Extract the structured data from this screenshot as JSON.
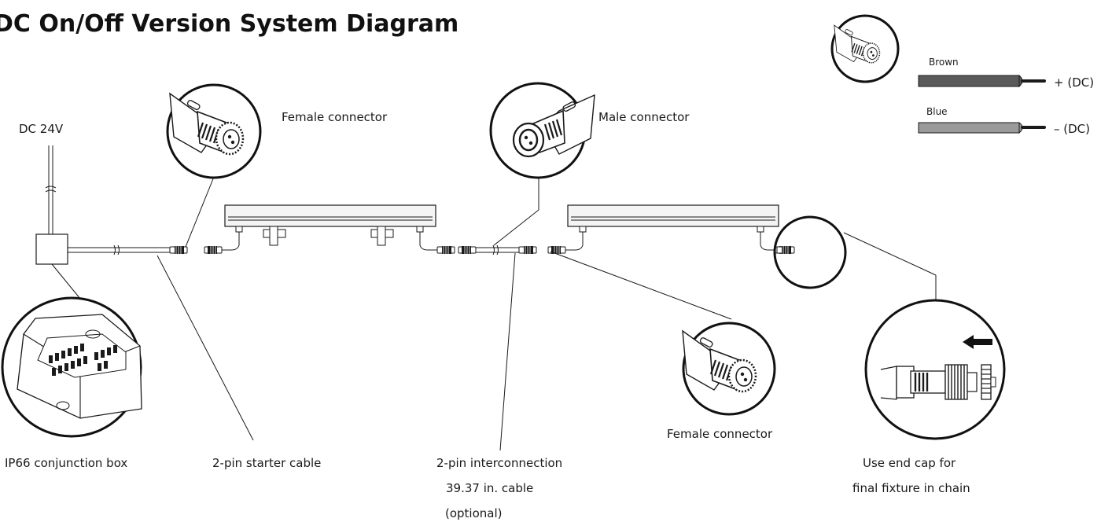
{
  "title": "DC On/Off Version System Diagram",
  "power": {
    "label": "DC 24V"
  },
  "legend": {
    "wires": [
      {
        "name": "Brown",
        "polarity": "+ (DC)",
        "color": "#5a5a5a"
      },
      {
        "name": "Blue",
        "polarity": "– (DC)",
        "color": "#9a9a9a"
      }
    ]
  },
  "callouts": {
    "female_top": "Female connector",
    "male_top": "Male connector",
    "female_bottom": "Female connector",
    "box": "IP66 conjunction box",
    "starter": "2-pin starter cable",
    "interconnect_line1": "2-pin interconnection",
    "interconnect_line2": "39.37 in. cable",
    "interconnect_line3": "(optional)",
    "endcap_line1": "Use end cap for",
    "endcap_line2": "final fixture in chain"
  },
  "colors": {
    "line": "#1a1a1a",
    "wire_brown": "#5a5a5a",
    "wire_blue": "#9a9a9a",
    "fixture": "#f2f2f2"
  },
  "icons": [
    "female-connector-icon",
    "male-connector-icon",
    "end-cap-icon",
    "conjunction-box-icon",
    "arrow-left-icon",
    "break-mark-icon"
  ]
}
